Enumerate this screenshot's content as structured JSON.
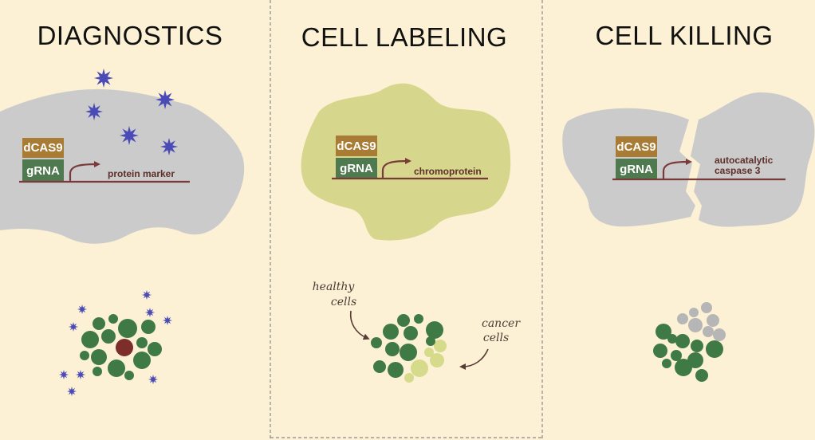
{
  "panels": [
    {
      "title": "DIAGNOSTICS",
      "dcas9_label": "dCAS9",
      "grna_label": "gRNA",
      "gene_label": "protein marker"
    },
    {
      "title": "CELL LABELING",
      "dcas9_label": "dCAS9",
      "grna_label": "gRNA",
      "gene_label": "chromoprotein",
      "healthy_label_line1": "healthy",
      "healthy_label_line2": "cells",
      "cancer_label_line1": "cancer",
      "cancer_label_line2": "cells"
    },
    {
      "title": "CELL KILLING",
      "dcas9_label": "dCAS9",
      "grna_label": "gRNA",
      "gene_label_line1": "autocatalytic",
      "gene_label_line2": "caspase 3"
    }
  ],
  "colors": {
    "background": "#fcf1d4",
    "cell_gray": "#cbcbcb",
    "cell_yellow_green": "#d7d68d",
    "dcas9_box": "#a87c34",
    "grna_box": "#4f7a4f",
    "dna_line": "#7a3a3a",
    "healthy_cell": "#3f7a45",
    "cancer_cell": "#d5db8a",
    "marked_cell": "#7d2e2a",
    "dead_cell": "#b6b6b6",
    "star": "#4b4bb8"
  }
}
